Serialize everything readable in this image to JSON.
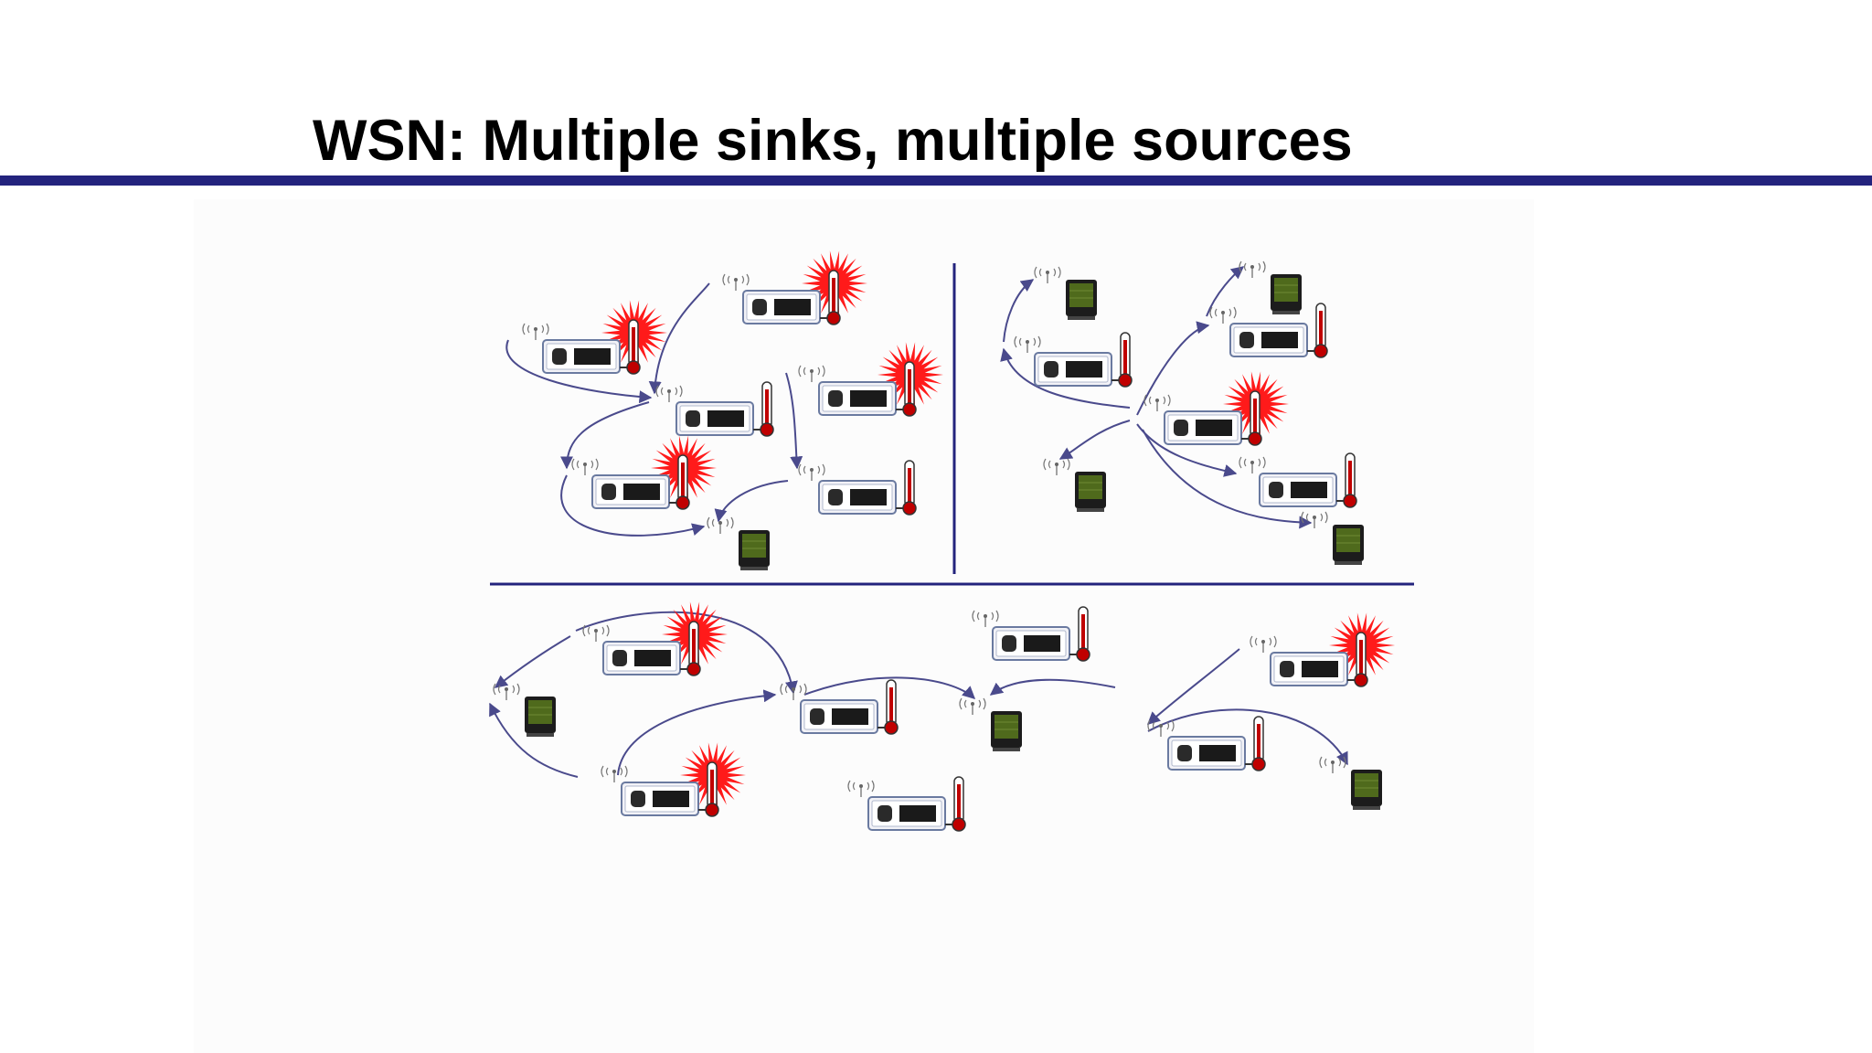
{
  "slide": {
    "title": "WSN: Multiple sinks, multiple sources"
  },
  "colors": {
    "rule": "#23237d",
    "arrow": "#4a4a8c",
    "burst": "#ff1a1a",
    "sink_screen": "#4f6a1c",
    "node_body": "#f2f2f7"
  },
  "icons": [
    "sensor-node-icon",
    "thermometer-icon",
    "alarm-burst-icon",
    "sink-device-icon",
    "antenna-icon"
  ],
  "scenarios": [
    {
      "name": "",
      "sources": 4,
      "sinks": 1
    },
    {
      "name": "",
      "sources": 1,
      "sinks": 4
    },
    {
      "name": "",
      "sources": 3,
      "sinks": 3
    }
  ]
}
